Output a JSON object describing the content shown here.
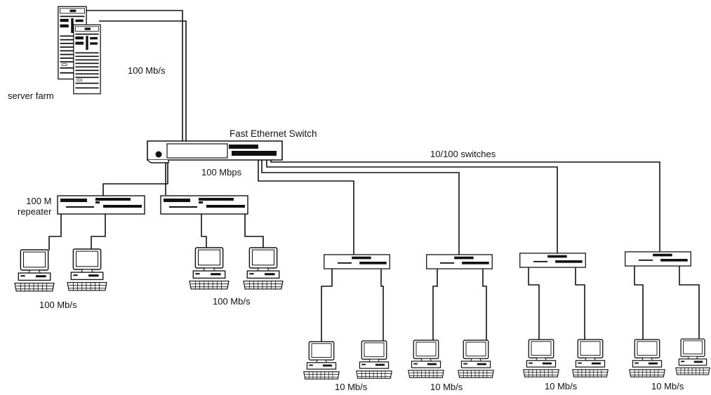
{
  "labels": {
    "server_farm": "server farm",
    "server_link_speed": "100 Mb/s",
    "core_switch": "Fast Ethernet Switch",
    "core_speed": "100 Mbps",
    "edge_switches": "10/100 switches",
    "repeater": "100 M\nrepeater",
    "repeater1_hosts_speed": "100 Mb/s",
    "repeater2_hosts_speed": "100 Mb/s",
    "switch1_hosts_speed": "10 Mb/s",
    "switch2_hosts_speed": "10 Mb/s",
    "switch3_hosts_speed": "10 Mb/s",
    "switch4_hosts_speed": "10 Mb/s"
  },
  "icons": {
    "server": "server-tower-icon",
    "switch": "network-switch-icon",
    "repeater": "network-repeater-icon",
    "workstation": "desktop-computer-icon"
  },
  "colors": {
    "line": "#111111",
    "background": "#ffffff"
  }
}
